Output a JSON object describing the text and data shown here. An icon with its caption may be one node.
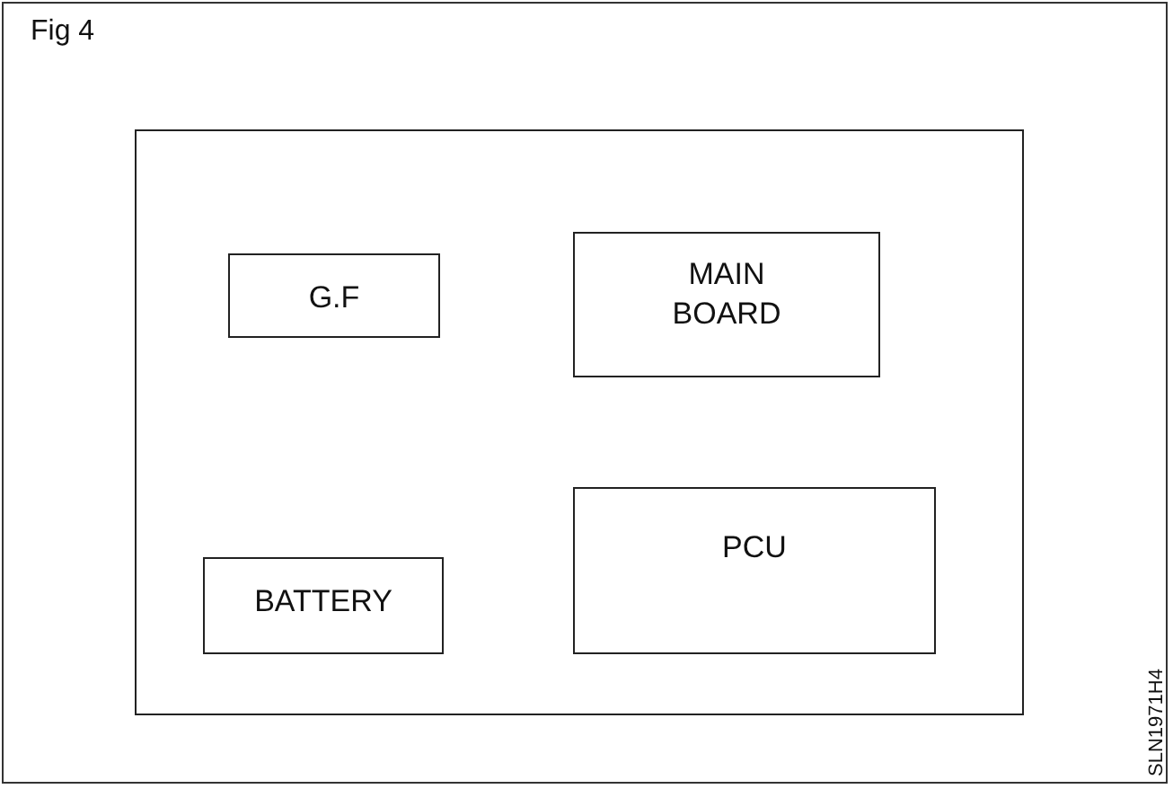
{
  "diagram": {
    "title": "Fig 4",
    "nodes": [
      {
        "text": [],
        "shape": "box"
      },
      {
        "text": [
          "G.F"
        ],
        "in": 0
      },
      {
        "text": [
          "MAIN BOARD"
        ],
        "in": 0
      },
      {
        "text": [
          "BATTERY"
        ],
        "in": 0
      },
      {
        "text": [
          "PCU"
        ],
        "in": 0
      }
    ],
    "labels": [
      "SLN1971H4"
    ]
  }
}
